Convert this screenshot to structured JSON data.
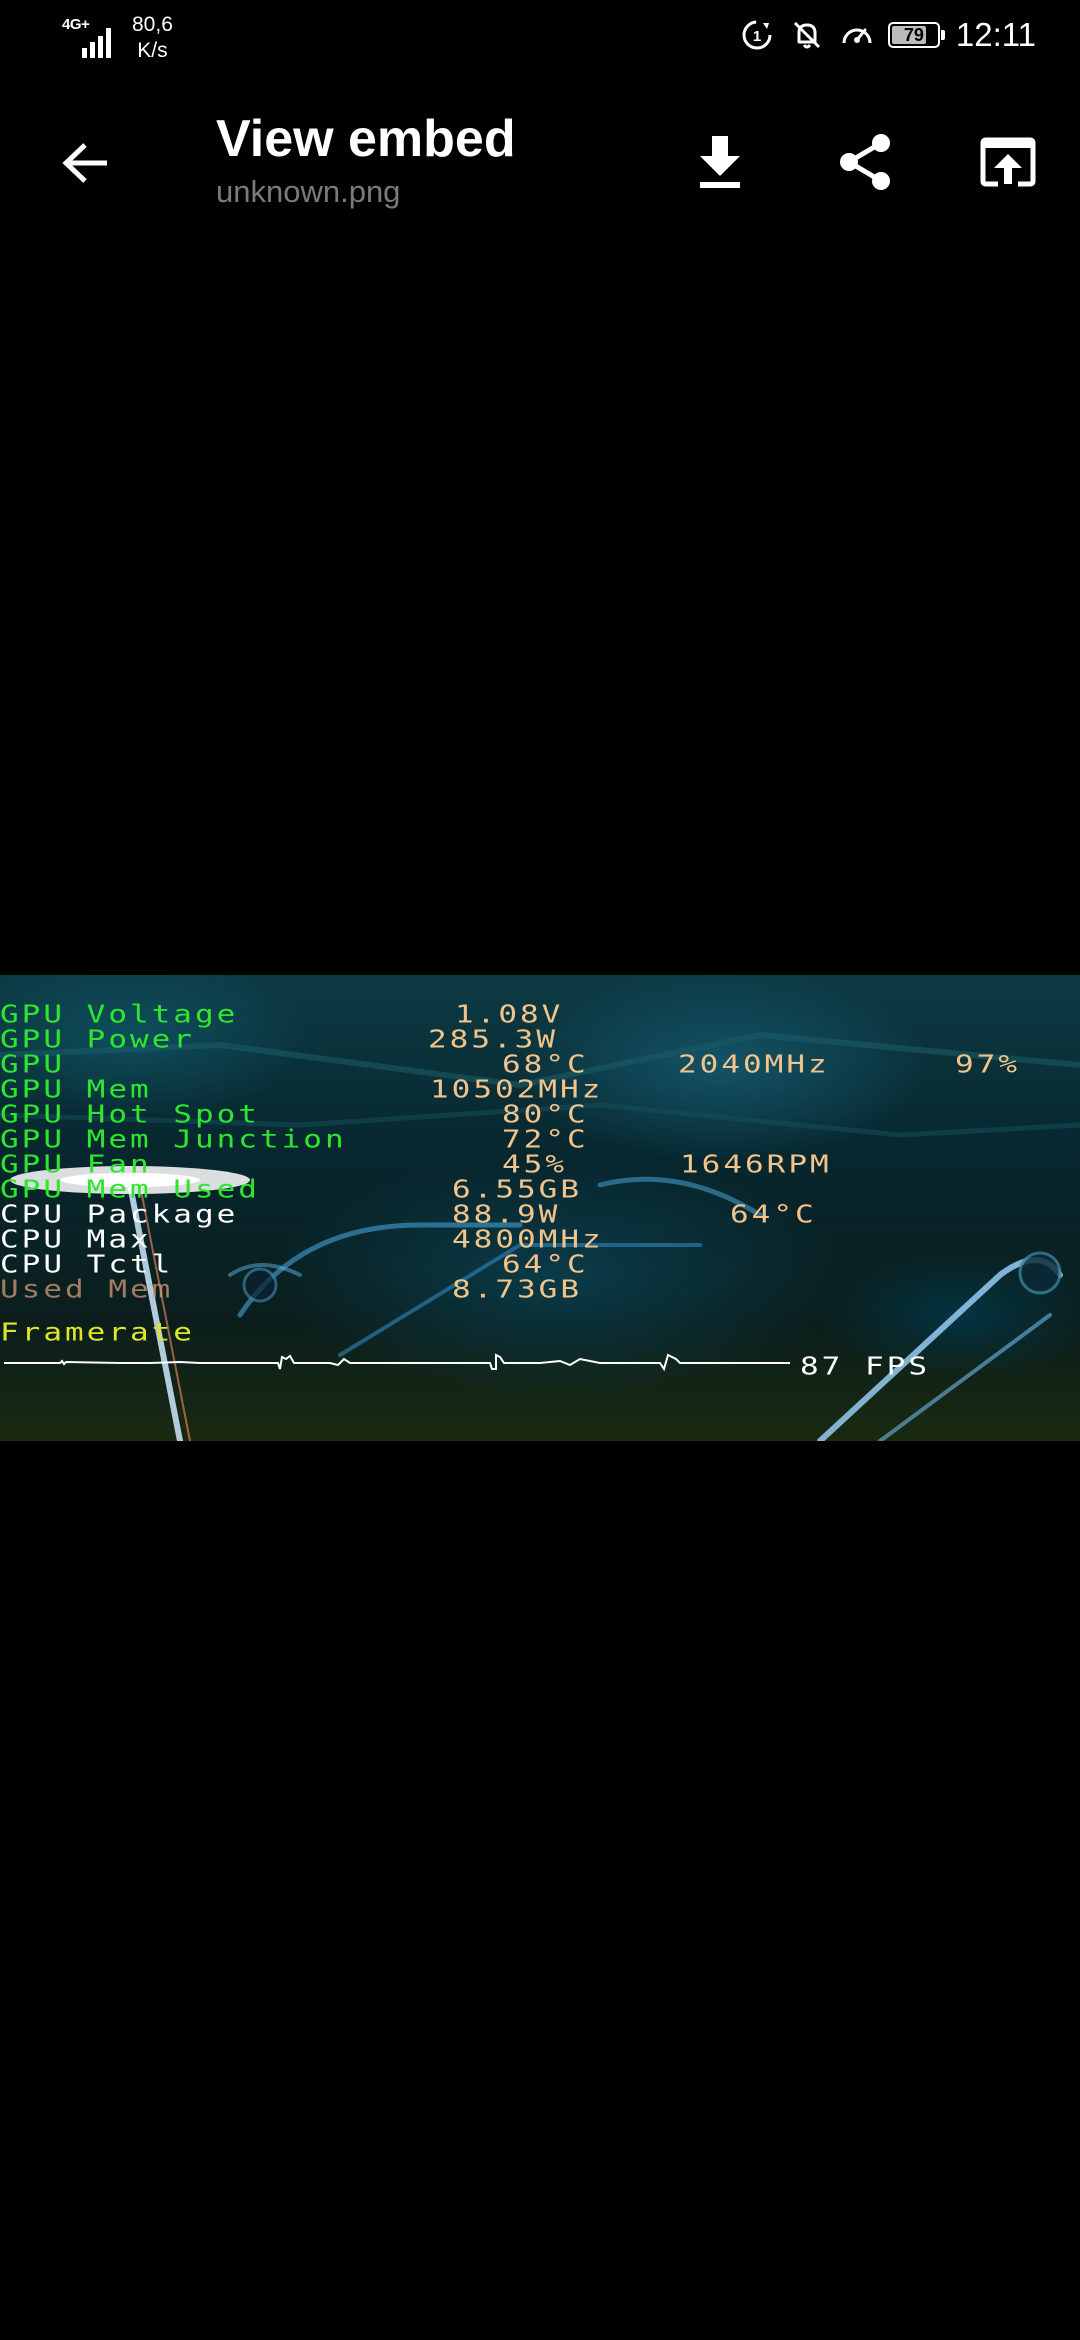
{
  "status_bar": {
    "network_type": "4G+",
    "net_speed_value": "80,6",
    "net_speed_unit": "K/s",
    "battery_level": 79,
    "battery_text": "79",
    "time": "12:11",
    "icons": [
      "signal-icon",
      "data-saver-icon",
      "mute-notifications-icon",
      "performance-mode-icon",
      "battery-icon"
    ]
  },
  "app_bar": {
    "title": "View embed",
    "filename": "unknown.png",
    "actions": [
      "download-icon",
      "share-icon",
      "open-external-icon"
    ]
  },
  "embed": {
    "osd_rows": [
      {
        "label": "GPU Voltage",
        "value": "1.08V",
        "extra1": "",
        "extra2": ""
      },
      {
        "label": "GPU Power",
        "value": "285.3W",
        "extra1": "",
        "extra2": ""
      },
      {
        "label": "GPU",
        "value": "68°C",
        "extra1": "2040MHz",
        "extra2": "97%"
      },
      {
        "label": "GPU Mem",
        "value": "10502MHz",
        "extra1": "",
        "extra2": ""
      },
      {
        "label": "GPU Hot Spot",
        "value": "80°C",
        "extra1": "",
        "extra2": ""
      },
      {
        "label": "GPU Mem Junction",
        "value": "72°C",
        "extra1": "",
        "extra2": ""
      },
      {
        "label": "GPU Fan",
        "value": "45%",
        "extra1": "1646RPM",
        "extra2": ""
      },
      {
        "label": "GPU Mem Used",
        "value": "6.55GB",
        "extra1": "",
        "extra2": ""
      },
      {
        "label": "CPU Package",
        "value": "88.9W",
        "extra1": "64°C",
        "extra2": ""
      },
      {
        "label": "CPU Max",
        "value": "4800MHz",
        "extra1": "",
        "extra2": ""
      },
      {
        "label": "CPU Tctl",
        "value": "64°C",
        "extra1": "",
        "extra2": ""
      },
      {
        "label": "Used Mem",
        "value": "8.73GB",
        "extra1": "",
        "extra2": ""
      }
    ],
    "framerate_label": "Framerate",
    "fps": "87 FPS",
    "colors": {
      "label_green": "#2fe62f",
      "value_orange": "#f2c38a",
      "cpu_label_white": "#ffffff",
      "framerate_yellow": "#dde62a"
    }
  }
}
